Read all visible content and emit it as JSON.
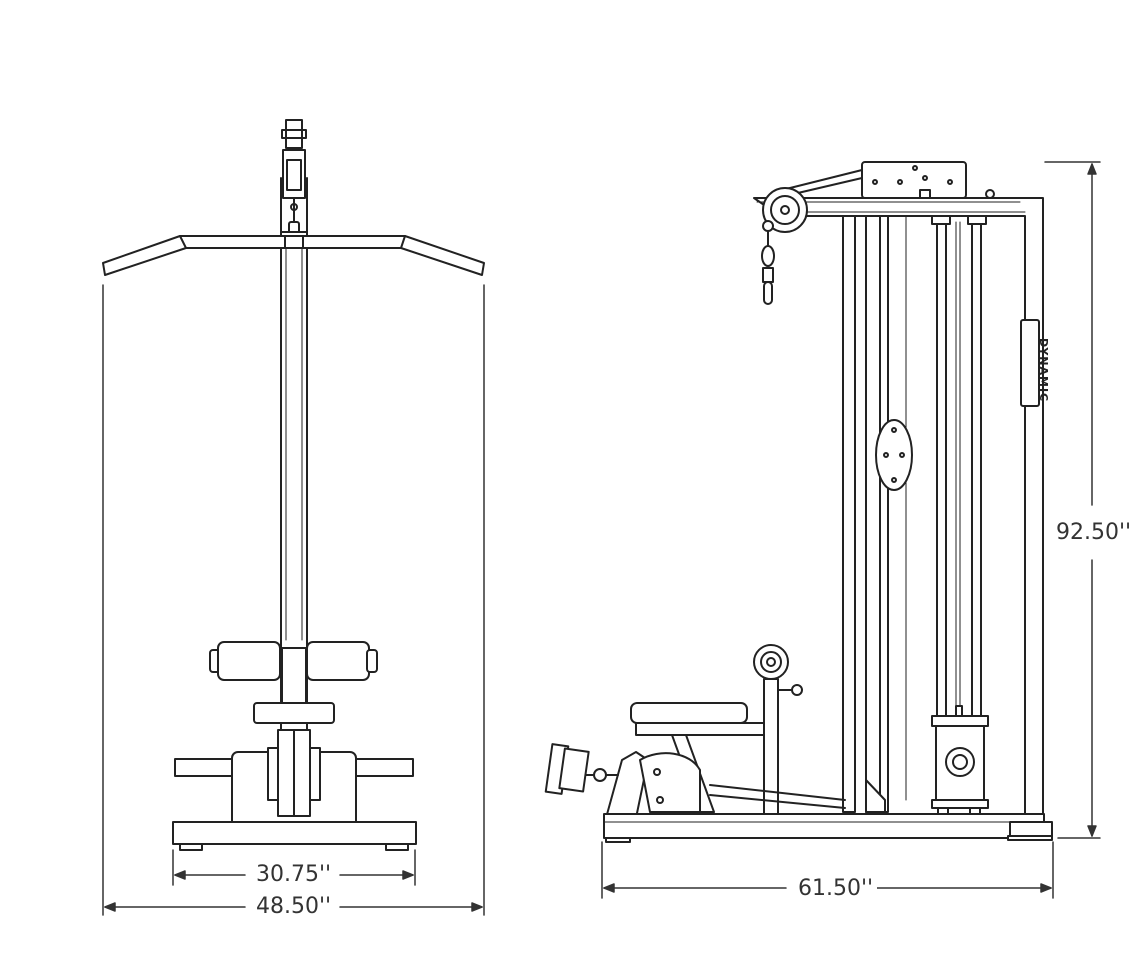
{
  "dimensions": {
    "front_base_width": "30.75''",
    "front_overall_width": "48.50''",
    "side_depth": "61.50''",
    "side_height": "92.50''"
  },
  "brand": {
    "logo_text": "DYNAMIC"
  },
  "colors": {
    "line": "#222222",
    "background": "#ffffff"
  }
}
